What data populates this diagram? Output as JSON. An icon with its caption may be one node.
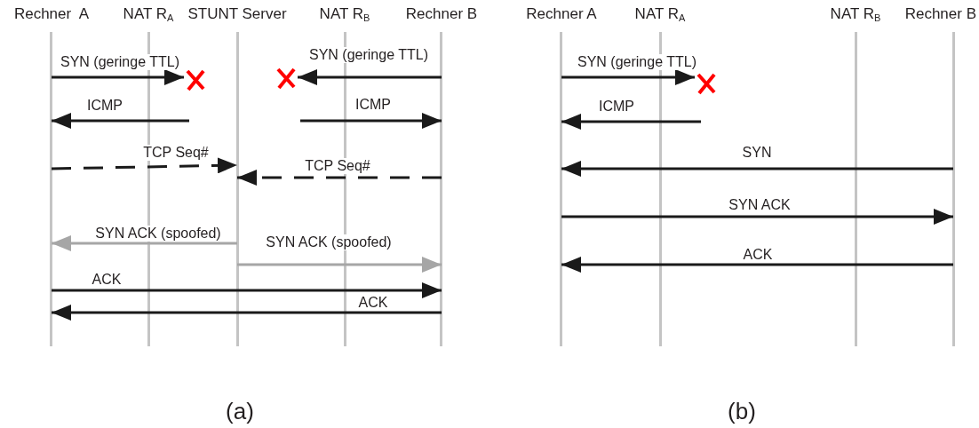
{
  "diagram": {
    "nodes": [
      {
        "text": [
          "Rechner  A"
        ]
      },
      {
        "text": [
          "NAT R$_{A}$"
        ]
      },
      {
        "text": [
          "STUNT Server"
        ]
      },
      {
        "text": [
          "NAT R$_{B}$"
        ]
      },
      {
        "text": [
          "Rechner B"
        ]
      },
      {
        "text": [
          "Rechner A"
        ]
      },
      {
        "text": [
          "NAT R$_{A}$"
        ]
      },
      {
        "text": [
          "NAT R$_{B}$"
        ]
      },
      {
        "text": [
          "Rechner B"
        ]
      },
      {
        "text": [],
        "shape": "cross"
      },
      {
        "text": [],
        "shape": "cross"
      },
      {
        "text": [],
        "shape": "cross"
      }
    ],
    "edges": [
      {
        "from": 0,
        "to": 9,
        "arrow": "to",
        "label": "SYN (geringe TTL)"
      },
      {
        "from": 4,
        "to": 10,
        "arrow": "to",
        "label": "SYN (geringe TTL)"
      },
      {
        "from": null,
        "to": 0,
        "arrow": "to",
        "label": "ICMP"
      },
      {
        "from": null,
        "to": 4,
        "arrow": "to",
        "label": "ICMP"
      },
      {
        "from": 0,
        "to": 2,
        "arrow": "to",
        "label": "TCP Seq#",
        "style": "dashed"
      },
      {
        "from": 4,
        "to": 2,
        "arrow": "to",
        "label": "TCP Seq#",
        "style": "dashed"
      },
      {
        "from": 2,
        "to": 0,
        "arrow": "to",
        "label": "SYN ACK (spoofed)",
        "color": "#a6a6a6"
      },
      {
        "from": 2,
        "to": 4,
        "arrow": "to",
        "label": "SYN ACK (spoofed)",
        "color": "#a6a6a6"
      },
      {
        "from": 0,
        "to": 4,
        "arrow": "to",
        "label": "ACK"
      },
      {
        "from": 4,
        "to": 0,
        "arrow": "to",
        "label": "ACK"
      },
      {
        "from": 5,
        "to": 11,
        "arrow": "to",
        "label": "SYN (geringe TTL)"
      },
      {
        "from": null,
        "to": 5,
        "arrow": "to",
        "label": "ICMP"
      },
      {
        "from": 8,
        "to": 5,
        "arrow": "to",
        "label": "SYN"
      },
      {
        "from": 5,
        "to": 8,
        "arrow": "to",
        "label": "SYN ACK"
      },
      {
        "from": 8,
        "to": 5,
        "arrow": "to",
        "label": "ACK"
      }
    ],
    "labels": [
      "(a)",
      "(b)"
    ]
  }
}
